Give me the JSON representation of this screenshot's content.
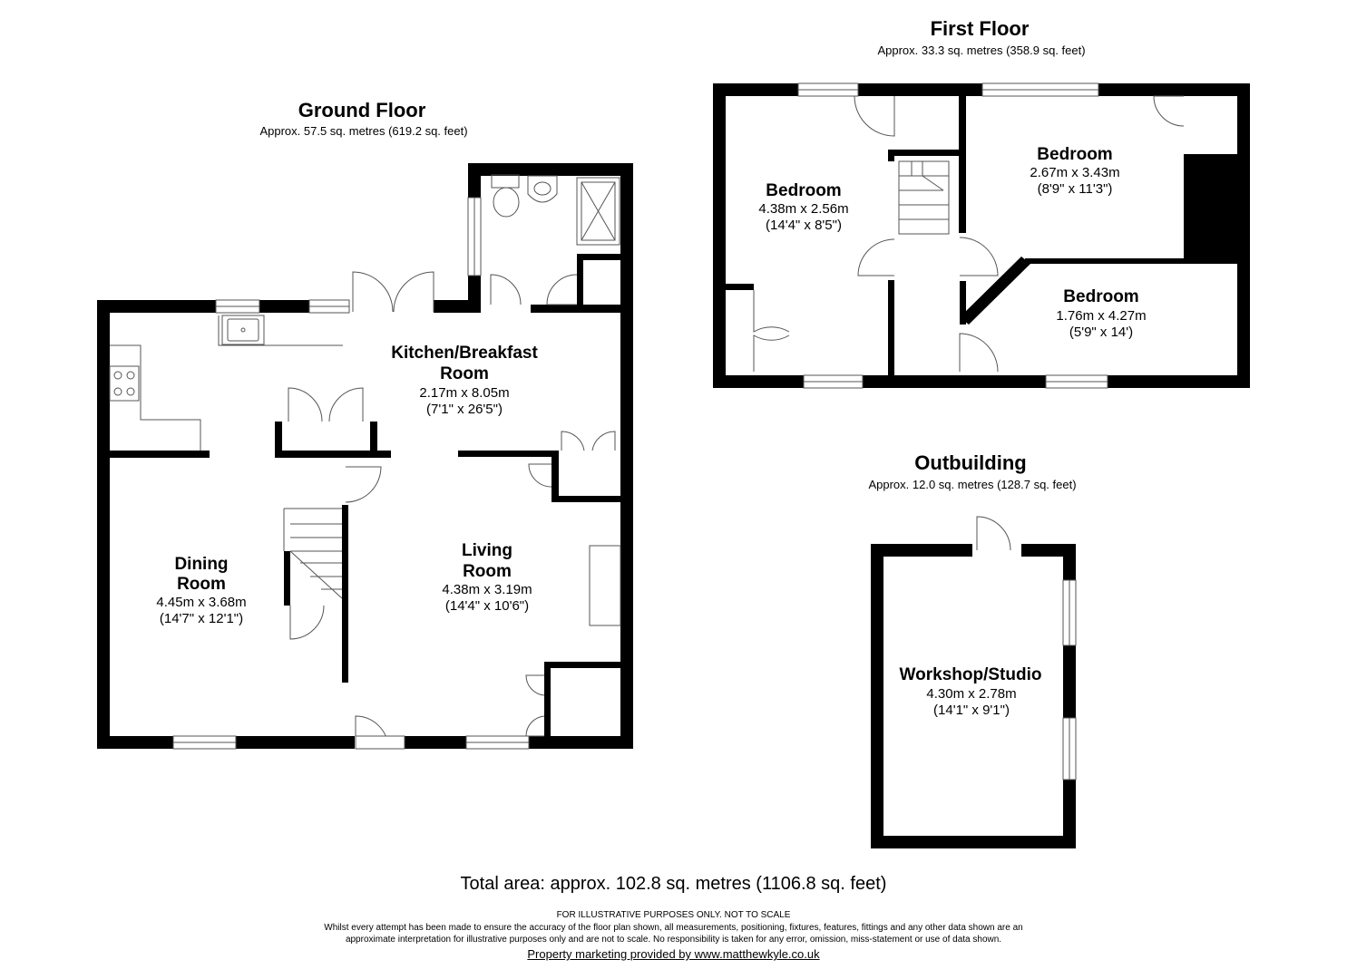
{
  "floors": {
    "ground": {
      "title": "Ground Floor",
      "area": "Approx. 57.5 sq. metres (619.2 sq. feet)",
      "rooms": [
        {
          "name_line1": "Kitchen/Breakfast",
          "name_line2": "Room",
          "metric": "2.17m x 8.05m",
          "imperial": "(7'1\" x 26'5\")"
        },
        {
          "name_line1": "Dining",
          "name_line2": "Room",
          "metric": "4.45m x 3.68m",
          "imperial": "(14'7\" x 12'1\")"
        },
        {
          "name_line1": "Living",
          "name_line2": "Room",
          "metric": "4.38m x 3.19m",
          "imperial": "(14'4\" x 10'6\")"
        }
      ]
    },
    "first": {
      "title": "First Floor",
      "area": "Approx. 33.3 sq. metres (358.9 sq. feet)",
      "rooms": [
        {
          "name": "Bedroom",
          "metric": "4.38m x 2.56m",
          "imperial": "(14'4\" x 8'5\")"
        },
        {
          "name": "Bedroom",
          "metric": "2.67m x 3.43m",
          "imperial": "(8'9\" x 11'3\")"
        },
        {
          "name": "Bedroom",
          "metric": "1.76m x 4.27m",
          "imperial": "(5'9\" x 14')"
        }
      ]
    },
    "outbuilding": {
      "title": "Outbuilding",
      "area": "Approx. 12.0 sq. metres (128.7 sq. feet)",
      "rooms": [
        {
          "name": "Workshop/Studio",
          "metric": "4.30m x 2.78m",
          "imperial": "(14'1\" x 9'1\")"
        }
      ]
    }
  },
  "footer": {
    "total": "Total area: approx. 102.8 sq. metres (1106.8 sq. feet)",
    "disclaimer_1": "FOR ILLUSTRATIVE PURPOSES ONLY. NOT TO SCALE",
    "disclaimer_2": "Whilst every attempt has been made to ensure the accuracy of the floor plan shown, all measurements, positioning, fixtures, features, fittings and any other data shown are an",
    "disclaimer_3": "approximate interpretation for illustrative purposes only and are not to scale. No responsibility is taken for any error, omission, miss-statement or use of data shown.",
    "credit": "Property marketing provided by www.matthewkyle.co.uk"
  },
  "colors": {
    "wall": "#000000",
    "background": "#ffffff",
    "fixture_line": "#555555"
  }
}
